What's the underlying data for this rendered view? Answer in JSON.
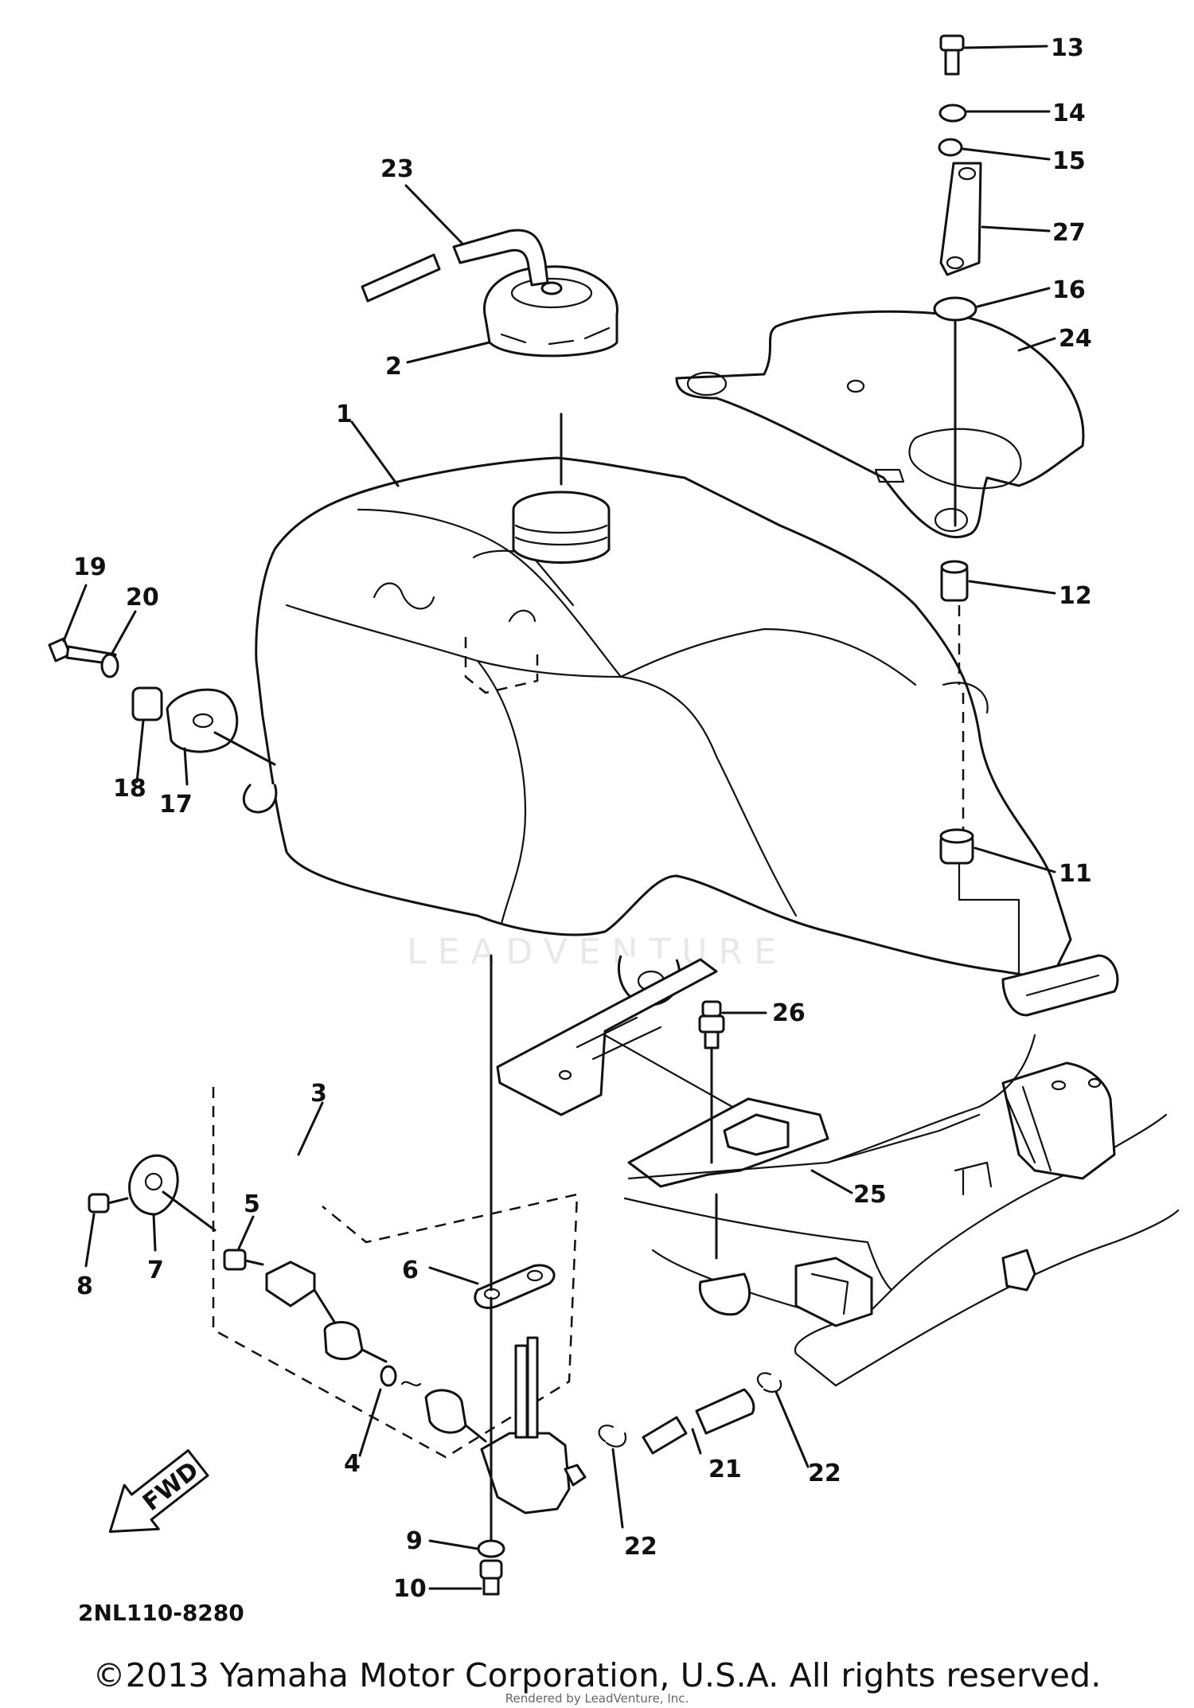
{
  "diagram": {
    "callouts": [
      "1",
      "2",
      "3",
      "4",
      "5",
      "6",
      "7",
      "8",
      "9",
      "10",
      "11",
      "12",
      "13",
      "14",
      "15",
      "16",
      "17",
      "18",
      "19",
      "20",
      "21",
      "22",
      "22",
      "23",
      "24",
      "25",
      "26",
      "27"
    ],
    "part_code": "2NL110-8280",
    "fwd_arrow_label": "FWD",
    "watermark_text": "LEADVENTURE"
  },
  "footer": {
    "copyright": "©2013 Yamaha Motor Corporation, U.S.A. All rights reserved.",
    "rendered_by": "Rendered by LeadVenture, Inc."
  }
}
